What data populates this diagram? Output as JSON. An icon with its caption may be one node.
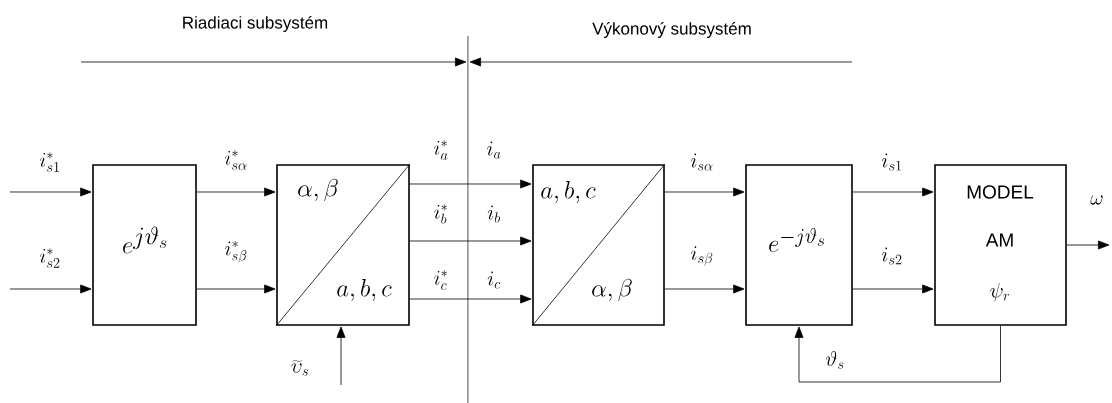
{
  "diagram": {
    "nodes": [
      {
        "text": [
          "e^{j\\vartheta_s}"
        ]
      },
      {
        "text": [
          "\\alpha,\\beta",
          "a,b,c"
        ]
      },
      {
        "text": [
          "a,b,c",
          "\\alpha,\\beta"
        ]
      },
      {
        "text": [
          "e^{-j\\vartheta_s}"
        ]
      },
      {
        "text": [
          "MODEL",
          "AM",
          "\\psi_r"
        ]
      }
    ],
    "edges": [
      {
        "from": null,
        "to": 0,
        "arrow": "to",
        "label": "i_{s1}^*"
      },
      {
        "from": null,
        "to": 0,
        "arrow": "to",
        "label": "i_{s2}^*"
      },
      {
        "from": 0,
        "to": 1,
        "arrow": "to",
        "label": "i_{s\\alpha}^*"
      },
      {
        "from": 0,
        "to": 1,
        "arrow": "to",
        "label": "i_{s\\beta}^*"
      },
      {
        "from": 1,
        "to": 2,
        "arrow": "to",
        "label": "i_a^*"
      },
      {
        "from": 1,
        "to": 2,
        "arrow": "to",
        "label": "i_b^*"
      },
      {
        "from": 1,
        "to": 2,
        "arrow": "to",
        "label": "i_c^*"
      },
      {
        "from": null,
        "to": 1,
        "arrow": "to",
        "label": "\\widetilde{\\upsilon}_s"
      },
      {
        "from": 2,
        "to": 3,
        "arrow": "to",
        "label": "i_{s\\alpha}"
      },
      {
        "from": 2,
        "to": 3,
        "arrow": "to",
        "label": "i_{s\\beta}"
      },
      {
        "from": 3,
        "to": 4,
        "arrow": "to",
        "label": "i_{s1}"
      },
      {
        "from": 3,
        "to": 4,
        "arrow": "to",
        "label": "i_{s2}"
      },
      {
        "from": 4,
        "to": null,
        "arrow": "to",
        "label": "\\omega"
      },
      {
        "from": 4,
        "to": 3,
        "arrow": "to",
        "label": "\\vartheta_s"
      }
    ],
    "labels": [
      "Riadiaci subsystém",
      "Výkonový subsystém",
      "i_a",
      "i_b",
      "i_c"
    ]
  }
}
